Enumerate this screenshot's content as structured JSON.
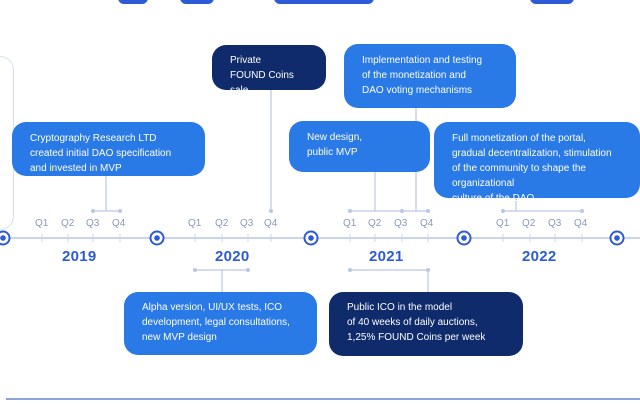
{
  "years": [
    {
      "label": "2019"
    },
    {
      "label": "2020"
    },
    {
      "label": "2021"
    },
    {
      "label": "2022"
    }
  ],
  "quarters": [
    "Q1",
    "Q2",
    "Q3",
    "Q4"
  ],
  "boxes": {
    "research": "Cryptography Research LTD\ncreated initial DAO specification\nand invested in MVP",
    "private_sale": "Private\nFOUND Coins sale",
    "implementation": "Implementation and testing\nof the monetization and\nDAO voting mechanisms",
    "new_design": "New design,\npublic MVP",
    "monetization": "Full monetization of the portal,\ngradual decentralization, stimulation\nof the community to shape the organizational\nculture of the DAO",
    "alpha": "Alpha version, UI/UX tests, ICO\ndevelopment, legal consultations,\nnew MVP design",
    "public_ico": "Public ICO in the model\nof 40 weeks of daily auctions,\n1,25% FOUND Coins per week"
  },
  "colors": {
    "blue_box": "#2979e6",
    "navy_box": "#0f2b6b",
    "year_text": "#2d5bd6",
    "line": "#b9c6e6"
  }
}
